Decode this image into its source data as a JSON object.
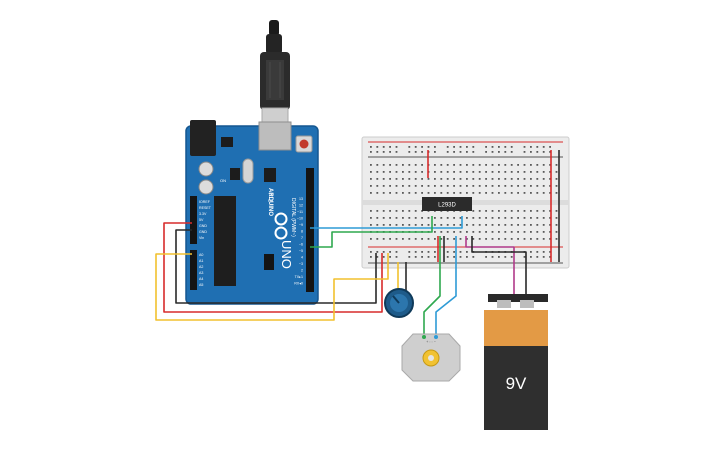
{
  "arduino": {
    "brand": "ARDUINO",
    "model": "UNO",
    "on_label": "ON",
    "tx_label": "TX",
    "rx_label": "RX",
    "digital_label": "DIGITAL (PWM~)",
    "aref": "AREF",
    "gnd": "GND",
    "digital_pins": [
      "13",
      "12",
      "~11",
      "~10",
      "~9",
      "8",
      "7",
      "~6",
      "~5",
      "4",
      "~3",
      "2",
      "TX▸1",
      "RX◂0"
    ],
    "power_pins": [
      "IOREF",
      "RESET",
      "3.3V",
      "5V",
      "GND",
      "GND",
      "Vin"
    ],
    "analog_pins": [
      "A0",
      "A1",
      "A2",
      "A3",
      "A4",
      "A5"
    ]
  },
  "chip": {
    "label": "L293D"
  },
  "motor": {
    "pin_label": "+ ◦ ◦ −"
  },
  "battery": {
    "label": "9V"
  },
  "colors": {
    "wire_red": "#d72b2b",
    "wire_black": "#2a2a2a",
    "wire_yellow": "#f2c12e",
    "wire_green": "#2fa84f",
    "wire_blue": "#2e9bd6",
    "wire_magenta": "#b03a8a",
    "board": "#1f6fb2",
    "breadboard": "#ececec",
    "battery_top": "#e39a45",
    "battery_body": "#2f2f2f"
  }
}
